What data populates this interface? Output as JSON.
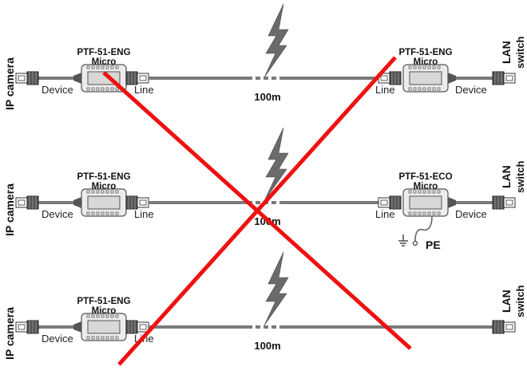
{
  "diagram": {
    "title": "",
    "colors": {
      "cable": "#7a7a7a",
      "device_fill": "#e9e9e9",
      "cross": "#ee1111",
      "bolt": "#6b6b6b"
    },
    "rows": [
      {
        "left_end": "IP camera",
        "right_end_line1": "LAN",
        "right_end_line2": "switch",
        "left_module": {
          "model": "PTF-51-ENG",
          "variant": "Micro",
          "port_left": "Device",
          "port_right": "Line"
        },
        "right_module": {
          "model": "PTF-51-ENG",
          "variant": "Micro",
          "port_left": "Line",
          "port_right": "Device"
        },
        "distance": "100m"
      },
      {
        "left_end": "IP camera",
        "right_end_line1": "LAN",
        "right_end_line2": "switch",
        "left_module": {
          "model": "PTF-51-ENG",
          "variant": "Micro",
          "port_left": "Device",
          "port_right": "Line"
        },
        "right_module": {
          "model": "PTF-51-ECO",
          "variant": "Micro",
          "port_left": "Line",
          "port_right": "Device",
          "ground": "PE"
        },
        "distance": "100m"
      },
      {
        "left_end": "IP camera",
        "right_end_line1": "LAN",
        "right_end_line2": "switch",
        "left_module": {
          "model": "PTF-51-ENG",
          "variant": "Micro",
          "port_left": "Device",
          "port_right": "Line"
        },
        "distance": "100m"
      }
    ],
    "icons": [
      "lightning-bolt-icon",
      "rj45-plug-icon",
      "ground-symbol-icon",
      "cross-out-icon"
    ]
  }
}
